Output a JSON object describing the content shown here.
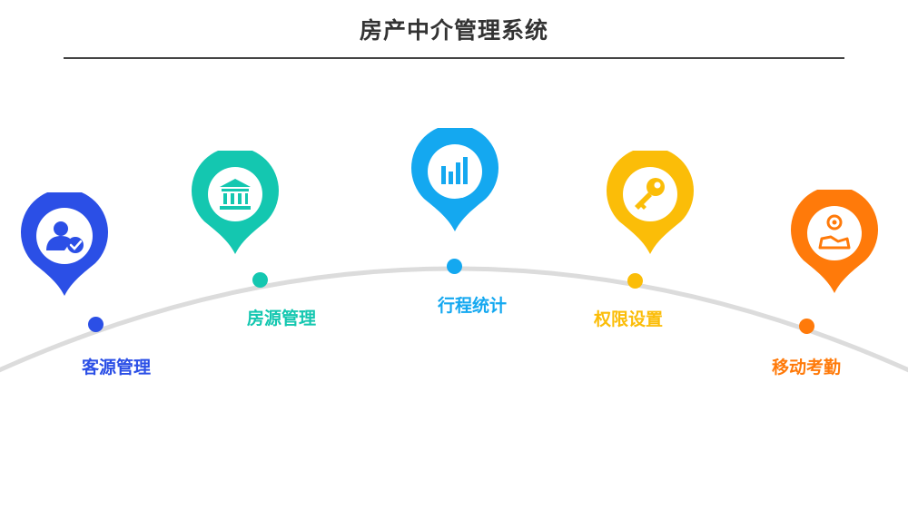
{
  "title": "房产中介管理系统",
  "modules": [
    {
      "label": "客源管理",
      "color": "#2b4fe6",
      "icon": "user-icon"
    },
    {
      "label": "房源管理",
      "color": "#14c7b0",
      "icon": "bank-building-icon"
    },
    {
      "label": "行程统计",
      "color": "#14a8f0",
      "icon": "bar-chart-icon"
    },
    {
      "label": "权限设置",
      "color": "#fbbd08",
      "icon": "key-icon"
    },
    {
      "label": "移动考勤",
      "color": "#ff7a0a",
      "icon": "location-map-icon"
    }
  ]
}
